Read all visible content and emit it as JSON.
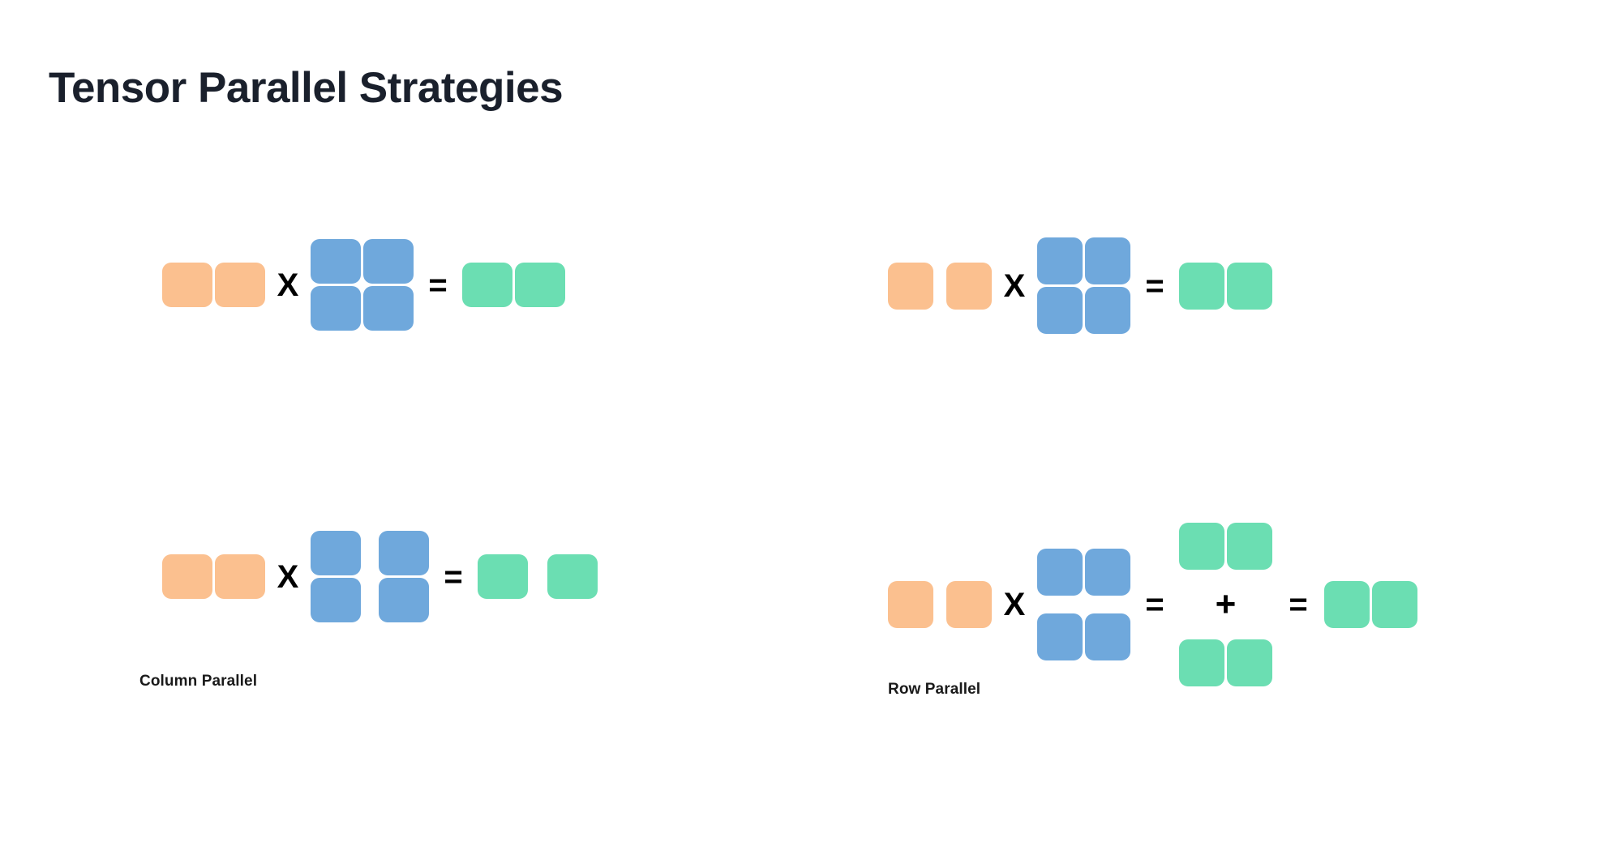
{
  "page": {
    "title": "Tensor Parallel Strategies",
    "background": "#ffffff"
  },
  "colors": {
    "title": "#1a202c",
    "input_orange": "#fbc08f",
    "weight_blue": "#6fa8dc",
    "output_green": "#6bdeb2",
    "operator_black": "#000000",
    "caption": "#1a1a1a"
  },
  "operators": {
    "multiply": "X",
    "equals": "=",
    "plus": "+"
  },
  "panels": {
    "column_parallel": {
      "caption": "Column Parallel",
      "rows": [
        {
          "name": "unsharded-matmul",
          "terms": [
            {
              "kind": "matrix",
              "color": "input_orange",
              "rows": 1,
              "cols": 2,
              "split": "none"
            },
            {
              "kind": "operator",
              "symbol": "X"
            },
            {
              "kind": "matrix",
              "color": "weight_blue",
              "rows": 2,
              "cols": 2,
              "split": "none"
            },
            {
              "kind": "operator",
              "symbol": "="
            },
            {
              "kind": "matrix",
              "color": "output_green",
              "rows": 1,
              "cols": 2,
              "split": "none"
            }
          ]
        },
        {
          "name": "column-sharded-matmul",
          "terms": [
            {
              "kind": "matrix",
              "color": "input_orange",
              "rows": 1,
              "cols": 2,
              "split": "none"
            },
            {
              "kind": "operator",
              "symbol": "X"
            },
            {
              "kind": "matrix",
              "color": "weight_blue",
              "rows": 2,
              "cols": 2,
              "split": "columns"
            },
            {
              "kind": "operator",
              "symbol": "="
            },
            {
              "kind": "matrix",
              "color": "output_green",
              "rows": 1,
              "cols": 2,
              "split": "columns"
            }
          ]
        }
      ]
    },
    "row_parallel": {
      "caption": "Row Parallel",
      "rows": [
        {
          "name": "unsharded-matmul",
          "terms": [
            {
              "kind": "matrix",
              "color": "input_orange",
              "rows": 1,
              "cols": 2,
              "split": "columns"
            },
            {
              "kind": "operator",
              "symbol": "X"
            },
            {
              "kind": "matrix",
              "color": "weight_blue",
              "rows": 2,
              "cols": 2,
              "split": "none"
            },
            {
              "kind": "operator",
              "symbol": "="
            },
            {
              "kind": "matrix",
              "color": "output_green",
              "rows": 1,
              "cols": 2,
              "split": "none"
            }
          ]
        },
        {
          "name": "row-sharded-matmul-with-allreduce",
          "terms": [
            {
              "kind": "matrix",
              "color": "input_orange",
              "rows": 1,
              "cols": 2,
              "split": "columns"
            },
            {
              "kind": "operator",
              "symbol": "X"
            },
            {
              "kind": "matrix",
              "color": "weight_blue",
              "rows": 2,
              "cols": 2,
              "split": "rows"
            },
            {
              "kind": "operator",
              "symbol": "="
            },
            {
              "kind": "stack",
              "parts": [
                {
                  "kind": "matrix",
                  "color": "output_green",
                  "rows": 1,
                  "cols": 2,
                  "split": "none"
                },
                {
                  "kind": "operator",
                  "symbol": "+"
                },
                {
                  "kind": "matrix",
                  "color": "output_green",
                  "rows": 1,
                  "cols": 2,
                  "split": "none"
                }
              ]
            },
            {
              "kind": "operator",
              "symbol": "="
            },
            {
              "kind": "matrix",
              "color": "output_green",
              "rows": 1,
              "cols": 2,
              "split": "none"
            }
          ]
        }
      ]
    }
  }
}
